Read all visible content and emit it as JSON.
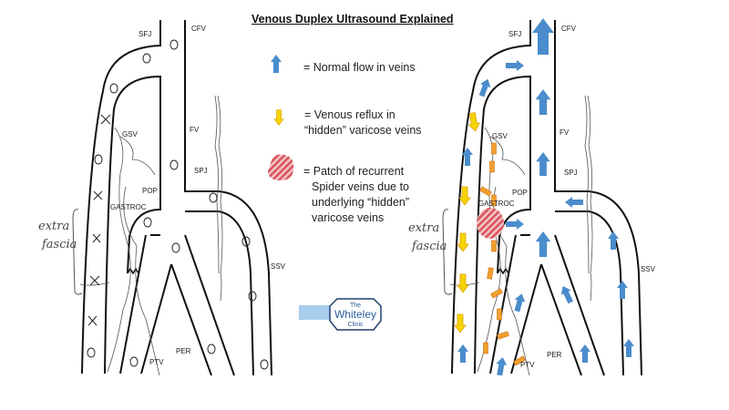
{
  "title": "Venous Duplex Ultrasound Explained",
  "legend": [
    {
      "icon": "blue-up-arrow-icon",
      "text": "= Normal flow in veins",
      "color": "#4a8ccc"
    },
    {
      "icon": "yellow-down-arrow-icon",
      "lines": [
        "= Venous reflux in",
        "“hidden” varicose veins"
      ],
      "color": "#f5d400"
    },
    {
      "icon": "red-hatched-patch-icon",
      "lines": [
        "= Patch of recurrent",
        "Spider veins due to",
        "underlying “hidden”",
        "varicose veins"
      ],
      "color": "#d9545c"
    }
  ],
  "labels": {
    "sfj": "SFJ",
    "cfv": "CFV",
    "gsv": "GSV",
    "fv": "FV",
    "spj": "SPJ",
    "pop": "POP",
    "gastroc": "GASTROC",
    "ssv": "SSV",
    "per": "PER",
    "ptv": "PTV"
  },
  "annotation": {
    "line1": "extra",
    "line2": "fascia"
  },
  "logo": {
    "line1": "The",
    "line2": "Whiteley",
    "line3": "Clinic",
    "color": "#2a5d9a"
  }
}
